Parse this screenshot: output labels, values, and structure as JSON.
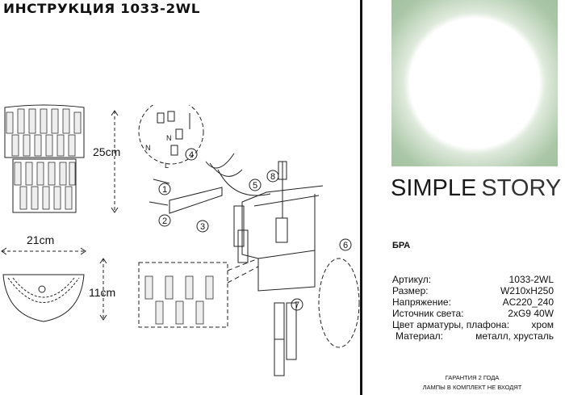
{
  "header": {
    "title": "ИНСТРУКЦИЯ 1033-2WL"
  },
  "brand": {
    "name_bold": "SIMPLE",
    "name_light": "STORY",
    "accent_color": "#a3c19f"
  },
  "product": {
    "type": "БРА",
    "specs": [
      {
        "label": "Артикул:",
        "value": "1033-2WL"
      },
      {
        "label": "Размер:",
        "value": "W210xH250"
      },
      {
        "label": "Напряжение:",
        "value": "AC220_240"
      },
      {
        "label": "Источник света:",
        "value": "2xG9 40W"
      },
      {
        "label": "Цвет арматуры, плафона:",
        "value": "хром"
      },
      {
        "label": "Материал:",
        "value": "металл, хрусталь"
      }
    ],
    "warranty": "ГАРАНТИЯ 2 ГОДА",
    "note": "ЛАМПЫ В КОМПЛЕКТ НЕ ВХОДЯТ"
  },
  "dimensions": {
    "height": "25cm",
    "width": "21cm",
    "depth": "11cm"
  },
  "diagram": {
    "steps": [
      "1",
      "2",
      "3",
      "4",
      "5",
      "6",
      "7",
      "8"
    ],
    "wire_labels": [
      "N",
      "N",
      "L"
    ]
  }
}
